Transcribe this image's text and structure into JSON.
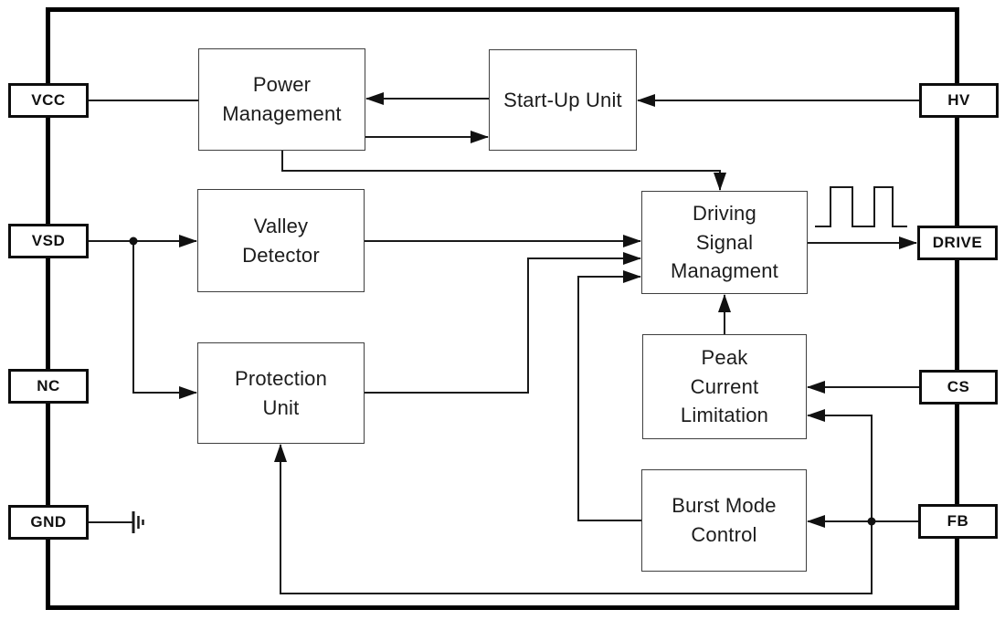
{
  "diagram": {
    "kind": "ic-functional-block-diagram",
    "blocks": {
      "power_management": {
        "label": "Power\nManagement"
      },
      "startup_unit": {
        "label": "Start-Up Unit"
      },
      "valley_detector": {
        "label": "Valley\nDetector"
      },
      "protection_unit": {
        "label": "Protection\nUnit"
      },
      "driving_signal_management": {
        "label": "Driving\nSignal\nManagment"
      },
      "peak_current_limitation": {
        "label": "Peak\nCurrent\nLimitation"
      },
      "burst_mode_control": {
        "label": "Burst Mode\nControl"
      }
    },
    "pins": {
      "left": {
        "vcc": {
          "label": "VCC"
        },
        "vsd": {
          "label": "VSD"
        },
        "nc": {
          "label": "NC"
        },
        "gnd": {
          "label": "GND"
        }
      },
      "right": {
        "hv": {
          "label": "HV"
        },
        "drive": {
          "label": "DRIVE"
        },
        "cs": {
          "label": "CS"
        },
        "fb": {
          "label": "FB"
        }
      }
    },
    "icons": {
      "square_wave": "square-wave-icon",
      "ground": "ground-icon"
    },
    "colors": {
      "background": "#ffffff",
      "wire": "#1a1a1a",
      "outer_border": "#000000",
      "block_border": "#3f3f3f",
      "text": "#1c1c1c"
    },
    "connections": [
      "VCC - Power Management",
      "Start-Up Unit -> Power Management",
      "Power Management -> Start-Up Unit",
      "HV -> Start-Up Unit",
      "Power Management -> Driving Signal Managment",
      "VSD -> Valley Detector",
      "VSD -> Protection Unit",
      "Valley Detector -> Driving Signal Managment",
      "Protection Unit -> Driving Signal Managment",
      "Burst Mode Control -> Driving Signal Managment",
      "Driving Signal Managment -> DRIVE",
      "Peak Current Limitation -> Driving Signal Managment",
      "CS -> Peak Current Limitation",
      "FB -> Peak Current Limitation",
      "FB -> Burst Mode Control",
      "FB -> Protection Unit",
      "GND - ground"
    ]
  }
}
